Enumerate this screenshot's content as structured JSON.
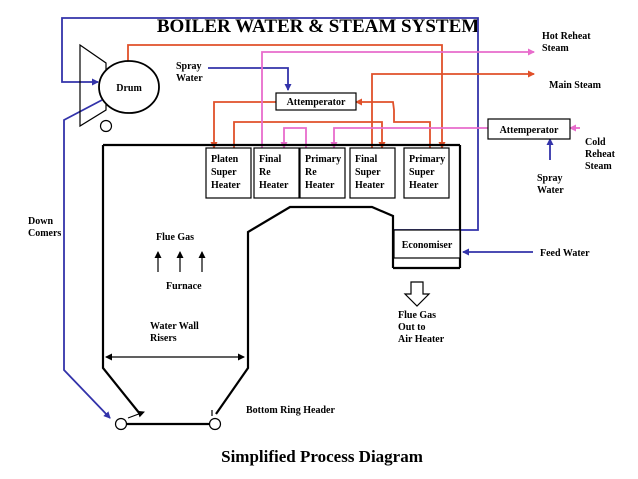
{
  "title": "BOILER WATER & STEAM SYSTEM",
  "subtitle": "Simplified Process Diagram",
  "colors": {
    "water": "#3333aa",
    "main_steam": "#e0502a",
    "reheat_steam": "#e86ccc",
    "outline": "#000000"
  },
  "labels": {
    "drum": "Drum",
    "down_comers": [
      "Down",
      "Comers"
    ],
    "spray_water_top": [
      "Spray",
      "Water"
    ],
    "attemperator_top": "Attemperator",
    "attemperator_right": "Attemperator",
    "hot_reheat_steam": [
      "Hot Reheat",
      "Steam"
    ],
    "main_steam": "Main Steam",
    "cold_reheat_steam": [
      "Cold",
      "Reheat",
      "Steam"
    ],
    "spray_water_right": [
      "Spray",
      "Water"
    ],
    "feed_water": "Feed Water",
    "economiser": "Economiser",
    "flue_gas_out": [
      "Flue Gas",
      "Out to",
      "Air Heater"
    ],
    "flue_gas": "Flue Gas",
    "furnace": "Furnace",
    "water_wall_risers": [
      "Water Wall",
      "Risers"
    ],
    "bottom_ring_header": "Bottom Ring Header"
  },
  "heaters": [
    {
      "lines": [
        "Platen",
        "Super",
        "Heater"
      ]
    },
    {
      "lines": [
        "Final",
        "Re",
        "Heater"
      ]
    },
    {
      "lines": [
        "Primary",
        "Re",
        "Heater"
      ]
    },
    {
      "lines": [
        "Final",
        "Super",
        "Heater"
      ]
    },
    {
      "lines": [
        "Primary",
        "Super",
        "Heater"
      ]
    }
  ]
}
